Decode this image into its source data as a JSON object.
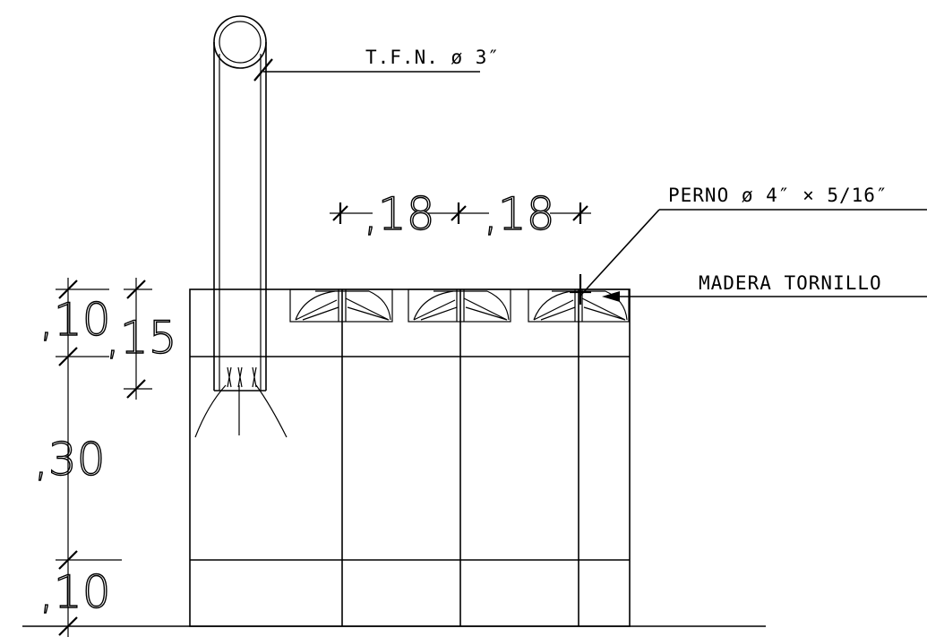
{
  "labels": {
    "pipe": "T.F.N. ø 3″",
    "bolt": "PERNO ø 4″ × 5/16″",
    "wood": "MADERA TORNILLO"
  },
  "dimensions": {
    "top_spacing_1": ",18",
    "top_spacing_2": ",18",
    "cap_height": ",10",
    "cap_plus": ",15",
    "body_height": ",30",
    "base_height": ",10"
  },
  "colors": {
    "line": "#000000",
    "background": "#ffffff"
  }
}
